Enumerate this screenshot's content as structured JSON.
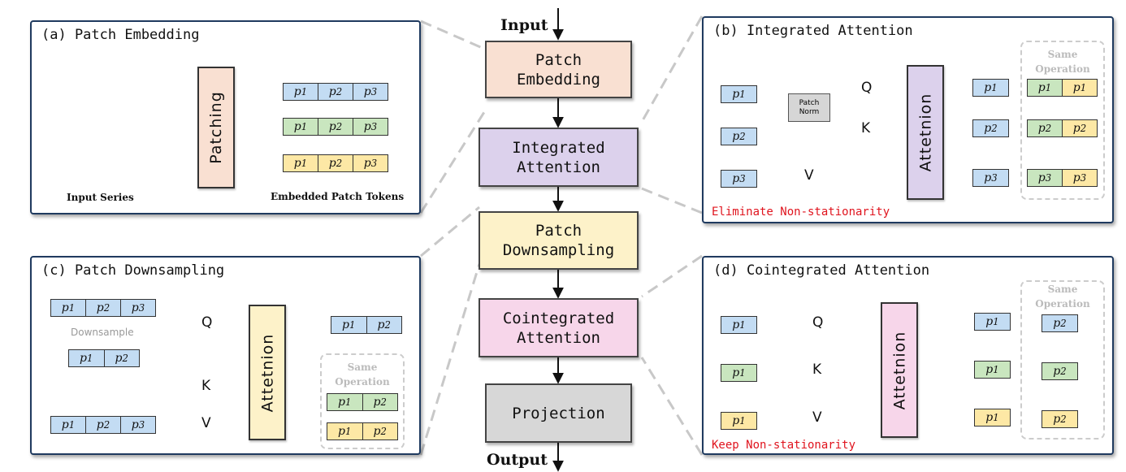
{
  "flow": {
    "input": "Input",
    "output": "Output",
    "blocks": [
      {
        "label": "Patch\nEmbedding",
        "color": "#f9e0d2"
      },
      {
        "label": "Integrated\nAttention",
        "color": "#dcd1ec"
      },
      {
        "label": "Patch\nDownsampling",
        "color": "#fdf2c9"
      },
      {
        "label": "Cointegrated\nAttention",
        "color": "#f7d6ea"
      },
      {
        "label": "Projection",
        "color": "#d7d7d7"
      }
    ]
  },
  "panel_a": {
    "title": "(a) Patch Embedding",
    "patching": "Patching",
    "input_series": "Input Series",
    "embedded_tokens": "Embedded Patch Tokens",
    "tokens": [
      "p1",
      "p2",
      "p3"
    ]
  },
  "panel_b": {
    "title": "(b) Integrated Attention",
    "patch_norm": "Patch\nNorm",
    "q": "Q",
    "k": "K",
    "v": "V",
    "attention": "Attetnion",
    "same_operation": "Same\nOperation",
    "caption": "Eliminate Non-stationarity",
    "caption_color": "#e0141e"
  },
  "panel_c": {
    "title": "(c) Patch Downsampling",
    "downsample": "Downsample",
    "q": "Q",
    "k": "K",
    "v": "V",
    "attention": "Attetnion",
    "same_operation": "Same\nOperation"
  },
  "panel_d": {
    "title": "(d) Cointegrated Attention",
    "q": "Q",
    "k": "K",
    "v": "V",
    "attention": "Attetnion",
    "same_operation": "Same\nOperation",
    "caption": "Keep Non-stationarity",
    "caption_color": "#e0141e"
  }
}
